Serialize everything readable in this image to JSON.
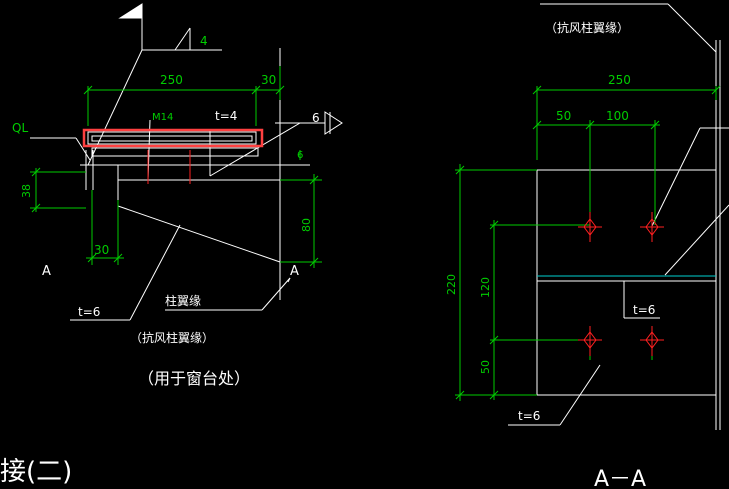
{
  "colors": {
    "background": "#000000",
    "line": "#ffffff",
    "dimension": "#00cc00",
    "highlight": "#ff3333",
    "marker": "#ff2020",
    "cyan": "#00d0d0"
  },
  "left_view": {
    "flag_label": "4",
    "dim_top_main": "250",
    "dim_top_right": "30",
    "ql_label": "QL",
    "bolt_label": "M14",
    "plate_label": "t=4",
    "weld_label": "6",
    "weld_label_small": "6",
    "dim_left_height": "38",
    "dim_bottom_left": "30",
    "dim_right_height": "80",
    "section_mark_left": "A",
    "section_mark_right": "A",
    "plate_thickness_label": "t=6",
    "flange_label": "柱翼缘",
    "note_paren": "（抗风柱翼缘）",
    "usage_note": "（用于窗台处）"
  },
  "right_view": {
    "top_note": "（抗风柱翼缘）",
    "dim_width": "250",
    "dim_left": "50",
    "dim_middle": "100",
    "dim_total_height": "220",
    "dim_bolt_spacing": "120",
    "dim_bottom": "50",
    "plate_mid_label": "t=6",
    "plate_bottom_label": "t=6",
    "section_title": "A－A"
  },
  "page_title_fragment": "接(二)"
}
